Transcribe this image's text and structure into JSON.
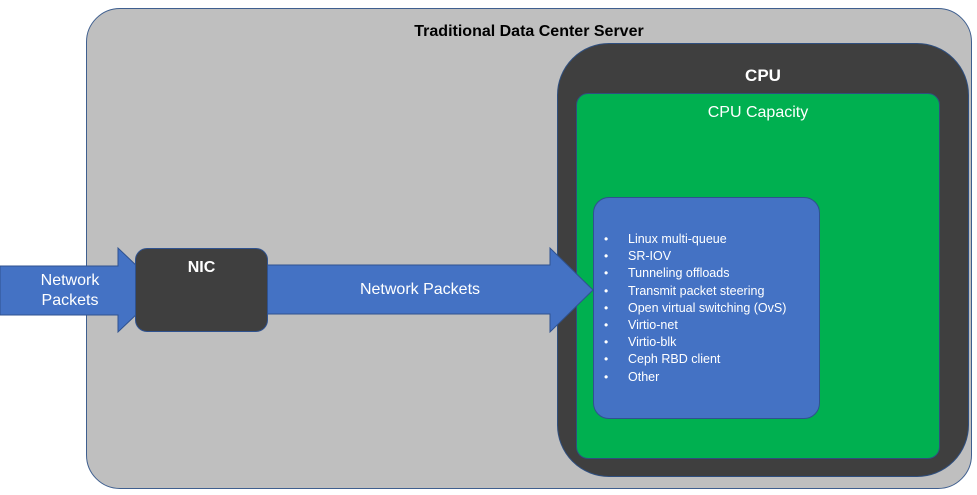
{
  "server": {
    "title": "Traditional Data Center Server"
  },
  "cpu": {
    "title": "CPU",
    "capacity_title": "CPU Capacity",
    "features": [
      "Linux multi-queue",
      "SR-IOV",
      "Tunneling offloads",
      "Transmit packet steering",
      "Open virtual switching (OvS)",
      "Virtio-net",
      "Virtio-blk",
      "Ceph RBD client",
      "Other"
    ]
  },
  "nic": {
    "title": "NIC"
  },
  "arrows": {
    "incoming_label_line1": "Network",
    "incoming_label_line2": "Packets",
    "nic_to_cpu_label": "Network Packets"
  },
  "colors": {
    "server_fill": "#bfbfbf",
    "cpu_fill": "#3f3f3f",
    "capacity_fill": "#00b050",
    "feature_box_fill": "#4472c4",
    "arrow_fill": "#4472c4"
  }
}
